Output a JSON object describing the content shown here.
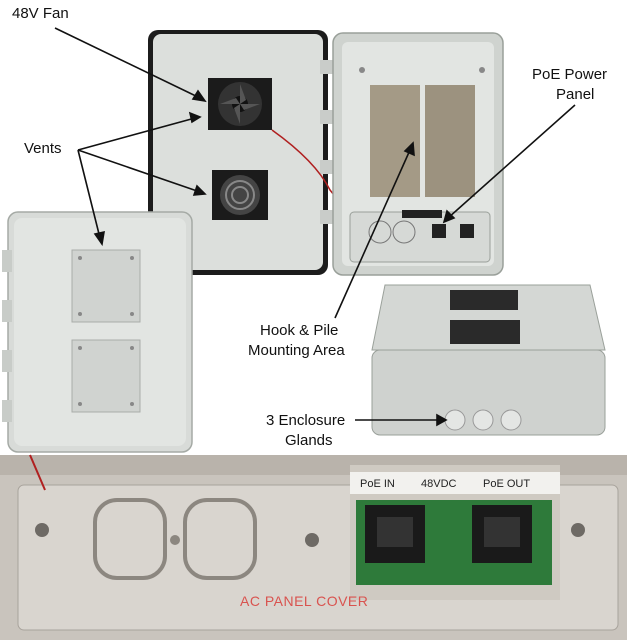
{
  "labels": {
    "fan": "48V Fan",
    "vents": "Vents",
    "poe_power_line1": "PoE Power",
    "poe_power_line2": "Panel",
    "hook_line1": "Hook & Pile",
    "hook_line2": "Mounting Area",
    "glands_line1": "3 Enclosure",
    "glands_line2": "Glands"
  },
  "panel": {
    "poe_in": "PoE IN",
    "vdc": "48VDC",
    "poe_out": "PoE OUT",
    "cover": "AC PANEL COVER"
  },
  "colors": {
    "enclosure": "#d8dcd8",
    "board": "#2e7a3a",
    "cover_text": "#d9534f"
  }
}
